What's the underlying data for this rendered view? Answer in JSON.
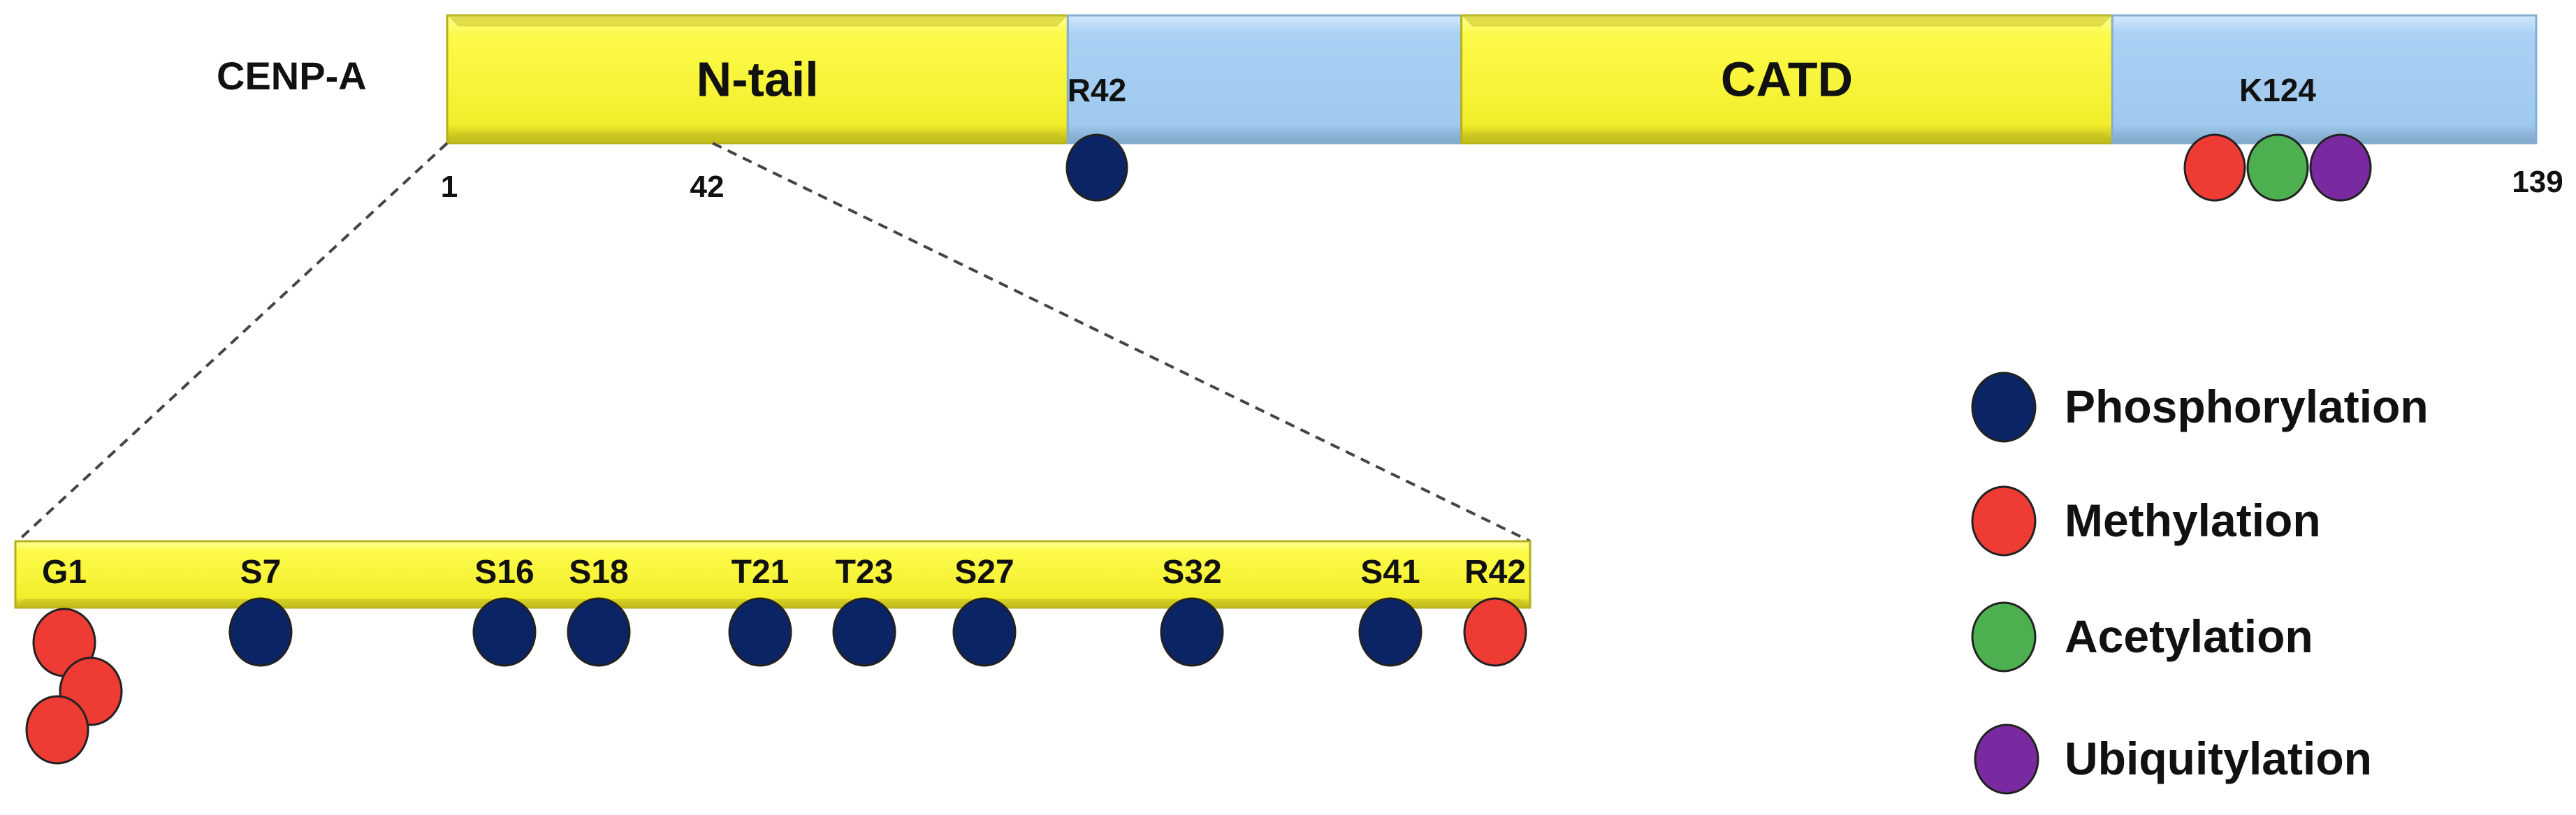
{
  "protein": {
    "name": "CENP-A",
    "length_label": "139",
    "start_label": "1",
    "tail_end_label": "42",
    "domains": [
      {
        "label": "N-tail",
        "start": 1,
        "end": 42,
        "kind": "highlight"
      },
      {
        "label": "",
        "start": 42,
        "end": 68,
        "kind": "plain"
      },
      {
        "label": "CATD",
        "start": 68,
        "end": 111,
        "kind": "highlight"
      },
      {
        "label": "",
        "start": 111,
        "end": 139,
        "kind": "plain"
      }
    ],
    "sites": [
      {
        "label": "R42",
        "position": 42,
        "marks": [
          "phosphorylation"
        ]
      },
      {
        "label": "K124",
        "position": 124,
        "marks": [
          "methylation",
          "acetylation",
          "ubiquitylation"
        ]
      }
    ]
  },
  "tail": {
    "sites": [
      {
        "label": "G1",
        "position": 1,
        "marks": [
          "methylation",
          "methylation",
          "methylation"
        ]
      },
      {
        "label": "S7",
        "position": 7,
        "marks": [
          "phosphorylation"
        ]
      },
      {
        "label": "S16",
        "position": 16,
        "marks": [
          "phosphorylation"
        ]
      },
      {
        "label": "S18",
        "position": 18,
        "marks": [
          "phosphorylation"
        ]
      },
      {
        "label": "T21",
        "position": 21,
        "marks": [
          "phosphorylation"
        ]
      },
      {
        "label": "T23",
        "position": 23,
        "marks": [
          "phosphorylation"
        ]
      },
      {
        "label": "S27",
        "position": 27,
        "marks": [
          "phosphorylation"
        ]
      },
      {
        "label": "S32",
        "position": 32,
        "marks": [
          "phosphorylation"
        ]
      },
      {
        "label": "S41",
        "position": 41,
        "marks": [
          "phosphorylation"
        ]
      },
      {
        "label": "R42",
        "position": 42,
        "marks": [
          "methylation"
        ]
      }
    ]
  },
  "legend": {
    "items": [
      {
        "key": "phosphorylation",
        "label": "Phosphorylation"
      },
      {
        "key": "methylation",
        "label": "Methylation"
      },
      {
        "key": "acetylation",
        "label": "Acetylation"
      },
      {
        "key": "ubiquitylation",
        "label": "Ubiquitylation"
      }
    ]
  },
  "colors": {
    "phosphorylation": "#0b2466",
    "methylation": "#ee3b33",
    "acetylation": "#4caf50",
    "ubiquitylation": "#7a2aa0",
    "domain_highlight": "#fdfb4a",
    "domain_plain": "#a9d1f4"
  }
}
